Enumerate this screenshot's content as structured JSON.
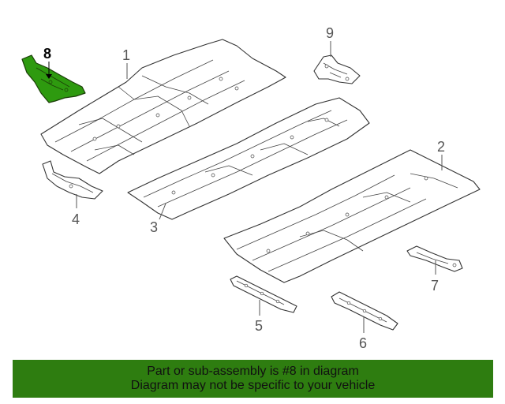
{
  "callouts": {
    "c1": "1",
    "c2": "2",
    "c3": "3",
    "c4": "4",
    "c5": "5",
    "c6": "6",
    "c7": "7",
    "c8": "8",
    "c9": "9"
  },
  "highlight": {
    "part_number": "8",
    "color": "#2e9a0f"
  },
  "banner": {
    "line1": "Part or sub-assembly is #8 in diagram",
    "line2": "Diagram may not be specific to your vehicle",
    "color": "#2e7d10"
  }
}
